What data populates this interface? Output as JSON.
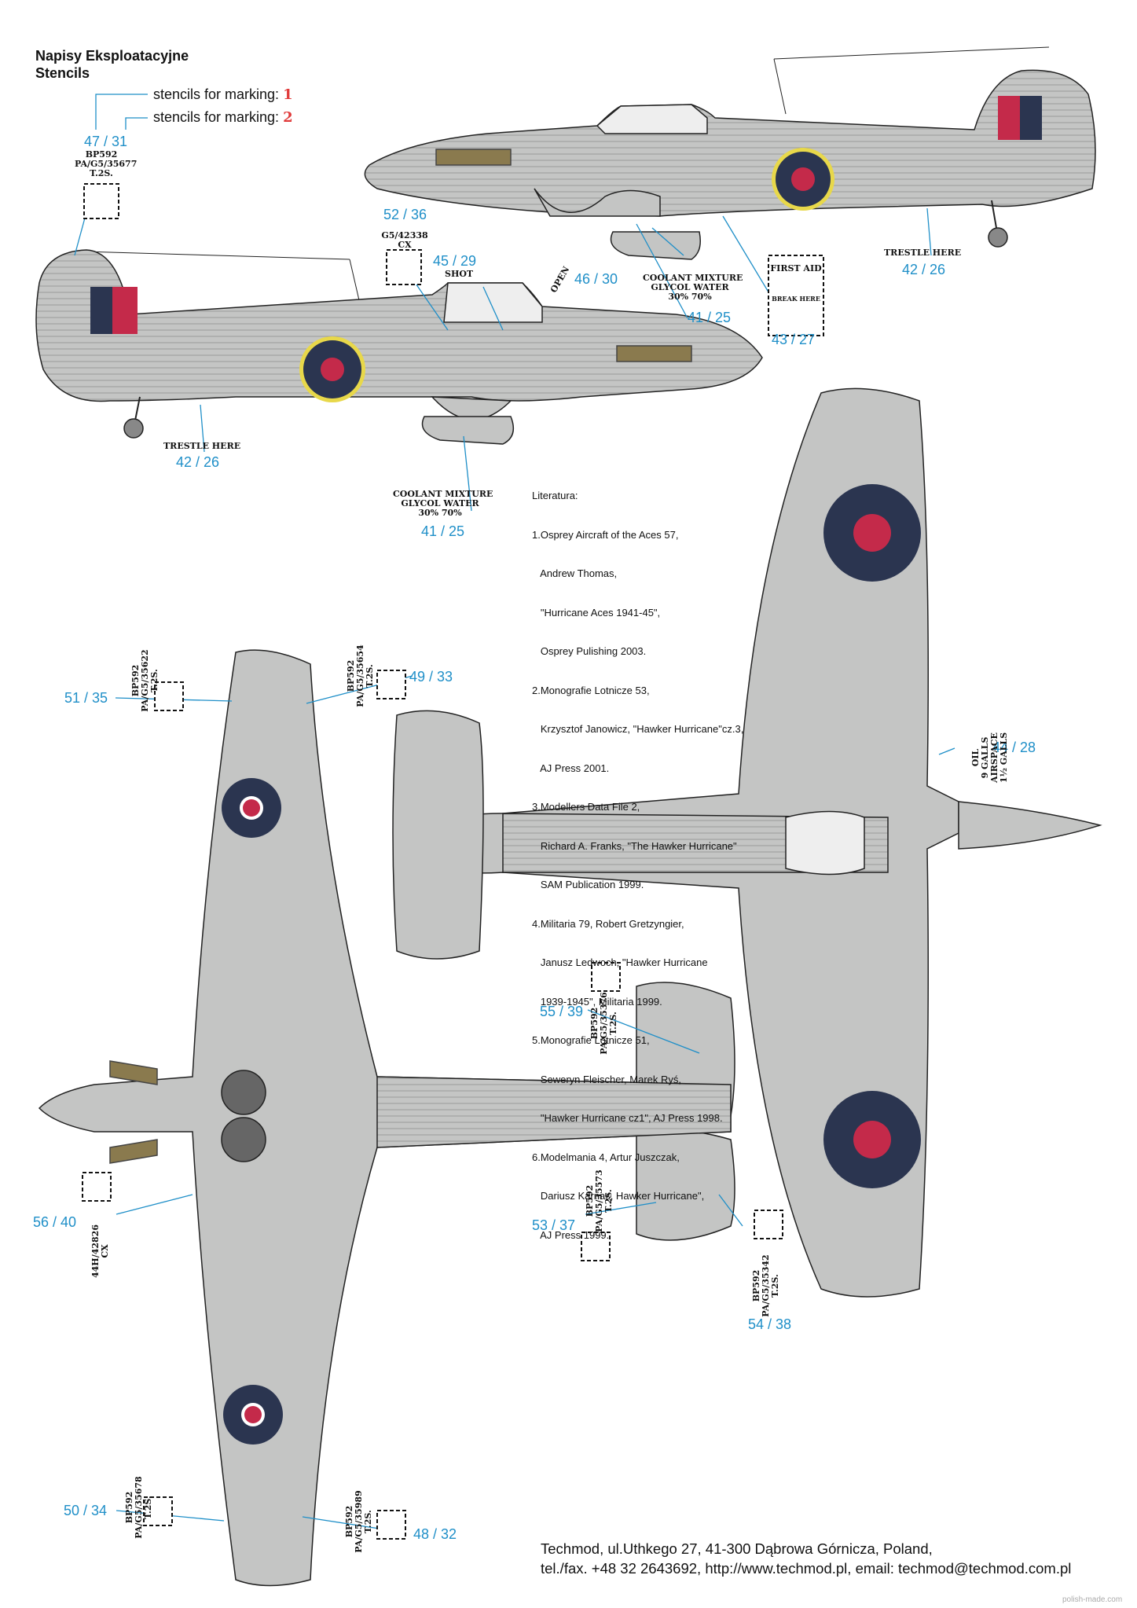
{
  "header": {
    "title_pl": "Napisy Eksploatacyjne",
    "title_en": "Stencils"
  },
  "legend": [
    {
      "text": "stencils for marking:",
      "mark": "1"
    },
    {
      "text": "stencils for marking:",
      "mark": "2"
    }
  ],
  "stencils": {
    "n47": "47 / 31",
    "n52": "52 / 36",
    "n45": "45 / 29",
    "n46": "46 / 30",
    "n41a": "41 / 25",
    "n43": "43 / 27",
    "n42a": "42 / 26",
    "n42b": "42 / 26",
    "n41b": "41 / 25",
    "n51": "51 / 35",
    "n49": "49 / 33",
    "n44": "44 / 28",
    "n55": "55 / 39",
    "n56": "56 / 40",
    "n53": "53 / 37",
    "n54": "54 / 38",
    "n50": "50 / 34",
    "n48": "48 / 32"
  },
  "labels": {
    "bp_a": [
      "BP592",
      "PA/G5/35677",
      "T.2S."
    ],
    "g5": [
      "G5/42338",
      "CX"
    ],
    "shot": "SHOT",
    "open": "OPEN",
    "coolant_a": [
      "COOLANT MIXTURE",
      "GLYCOL WATER",
      "30%     70%"
    ],
    "coolant_b": [
      "COOLANT MIXTURE",
      "GLYCOL WATER",
      "30%     70%"
    ],
    "first_aid": "FIRST AID",
    "break_here": "BREAK HERE",
    "trestle_a": "TRESTLE HERE",
    "trestle_b": "TRESTLE HERE",
    "bp_51": [
      "BP592",
      "PA/G5/35622",
      "T.2S."
    ],
    "bp_49": [
      "BP592",
      "PA/G5/35654",
      "T.2S."
    ],
    "oil": [
      "OIL",
      "9 GALLS",
      "AIRSPACE",
      "1½ GALLS"
    ],
    "bp_55": [
      "BP592",
      "PA/G5/35376",
      "T.2S."
    ],
    "cx_56": [
      "44H/42826",
      "CX"
    ],
    "bp_53": [
      "BP592",
      "PA/G5/35573",
      "T.2S."
    ],
    "bp_54": [
      "BP592",
      "PA/G5/35342",
      "T.2S."
    ],
    "bp_50": [
      "BP592",
      "PA/G5/35678",
      "T.2S."
    ],
    "bp_48": [
      "BP592",
      "PA/G5/35989",
      "T.2S."
    ]
  },
  "literature": {
    "title": "Literatura:",
    "lines": [
      "1.Osprey Aircraft of the Aces 57,",
      "   Andrew Thomas,",
      "   \"Hurricane Aces 1941-45\",",
      "   Osprey Pulishing 2003.",
      "2.Monografie Lotnicze 53,",
      "   Krzysztof Janowicz, \"Hawker Hurricane\"cz.3,",
      "   AJ Press 2001.",
      "3.Modellers Data File 2,",
      "   Richard A. Franks, \"The Hawker Hurricane\"",
      "   SAM Publication 1999.",
      "4.Militaria 79, Robert Gretzyngier,",
      "   Janusz Ledwoch, \"Hawker Hurricane",
      "   1939-1945\", Militaria 1999.",
      "5.Monografie Lotnicze 51,",
      "   Seweryn Fleischer, Marek Ryś,",
      "   \"Hawker Hurricane cz1\", AJ Press 1998.",
      "6.Modelmania 4, Artur Juszczak,",
      "   Dariusz Karnas, Hawker Hurricane\",",
      "   AJ Press 1999."
    ]
  },
  "footer": {
    "line1": "Techmod, ul.Uthkego 27, 41-300 Dąbrowa Górnicza, Poland,",
    "line2": "tel./fax. +48 32 2643692, http://www.techmod.pl, email: techmod@techmod.com.pl"
  },
  "watermark": "polish-made.com",
  "colors": {
    "fuselage": "#c4c5c4",
    "outline": "#222222",
    "roundel_blue": "#2b3550",
    "roundel_red": "#c42a4a",
    "yellow": "#e8d84a",
    "label_blue": "#1f8fc8",
    "exhaust": "#8a7a4e"
  }
}
